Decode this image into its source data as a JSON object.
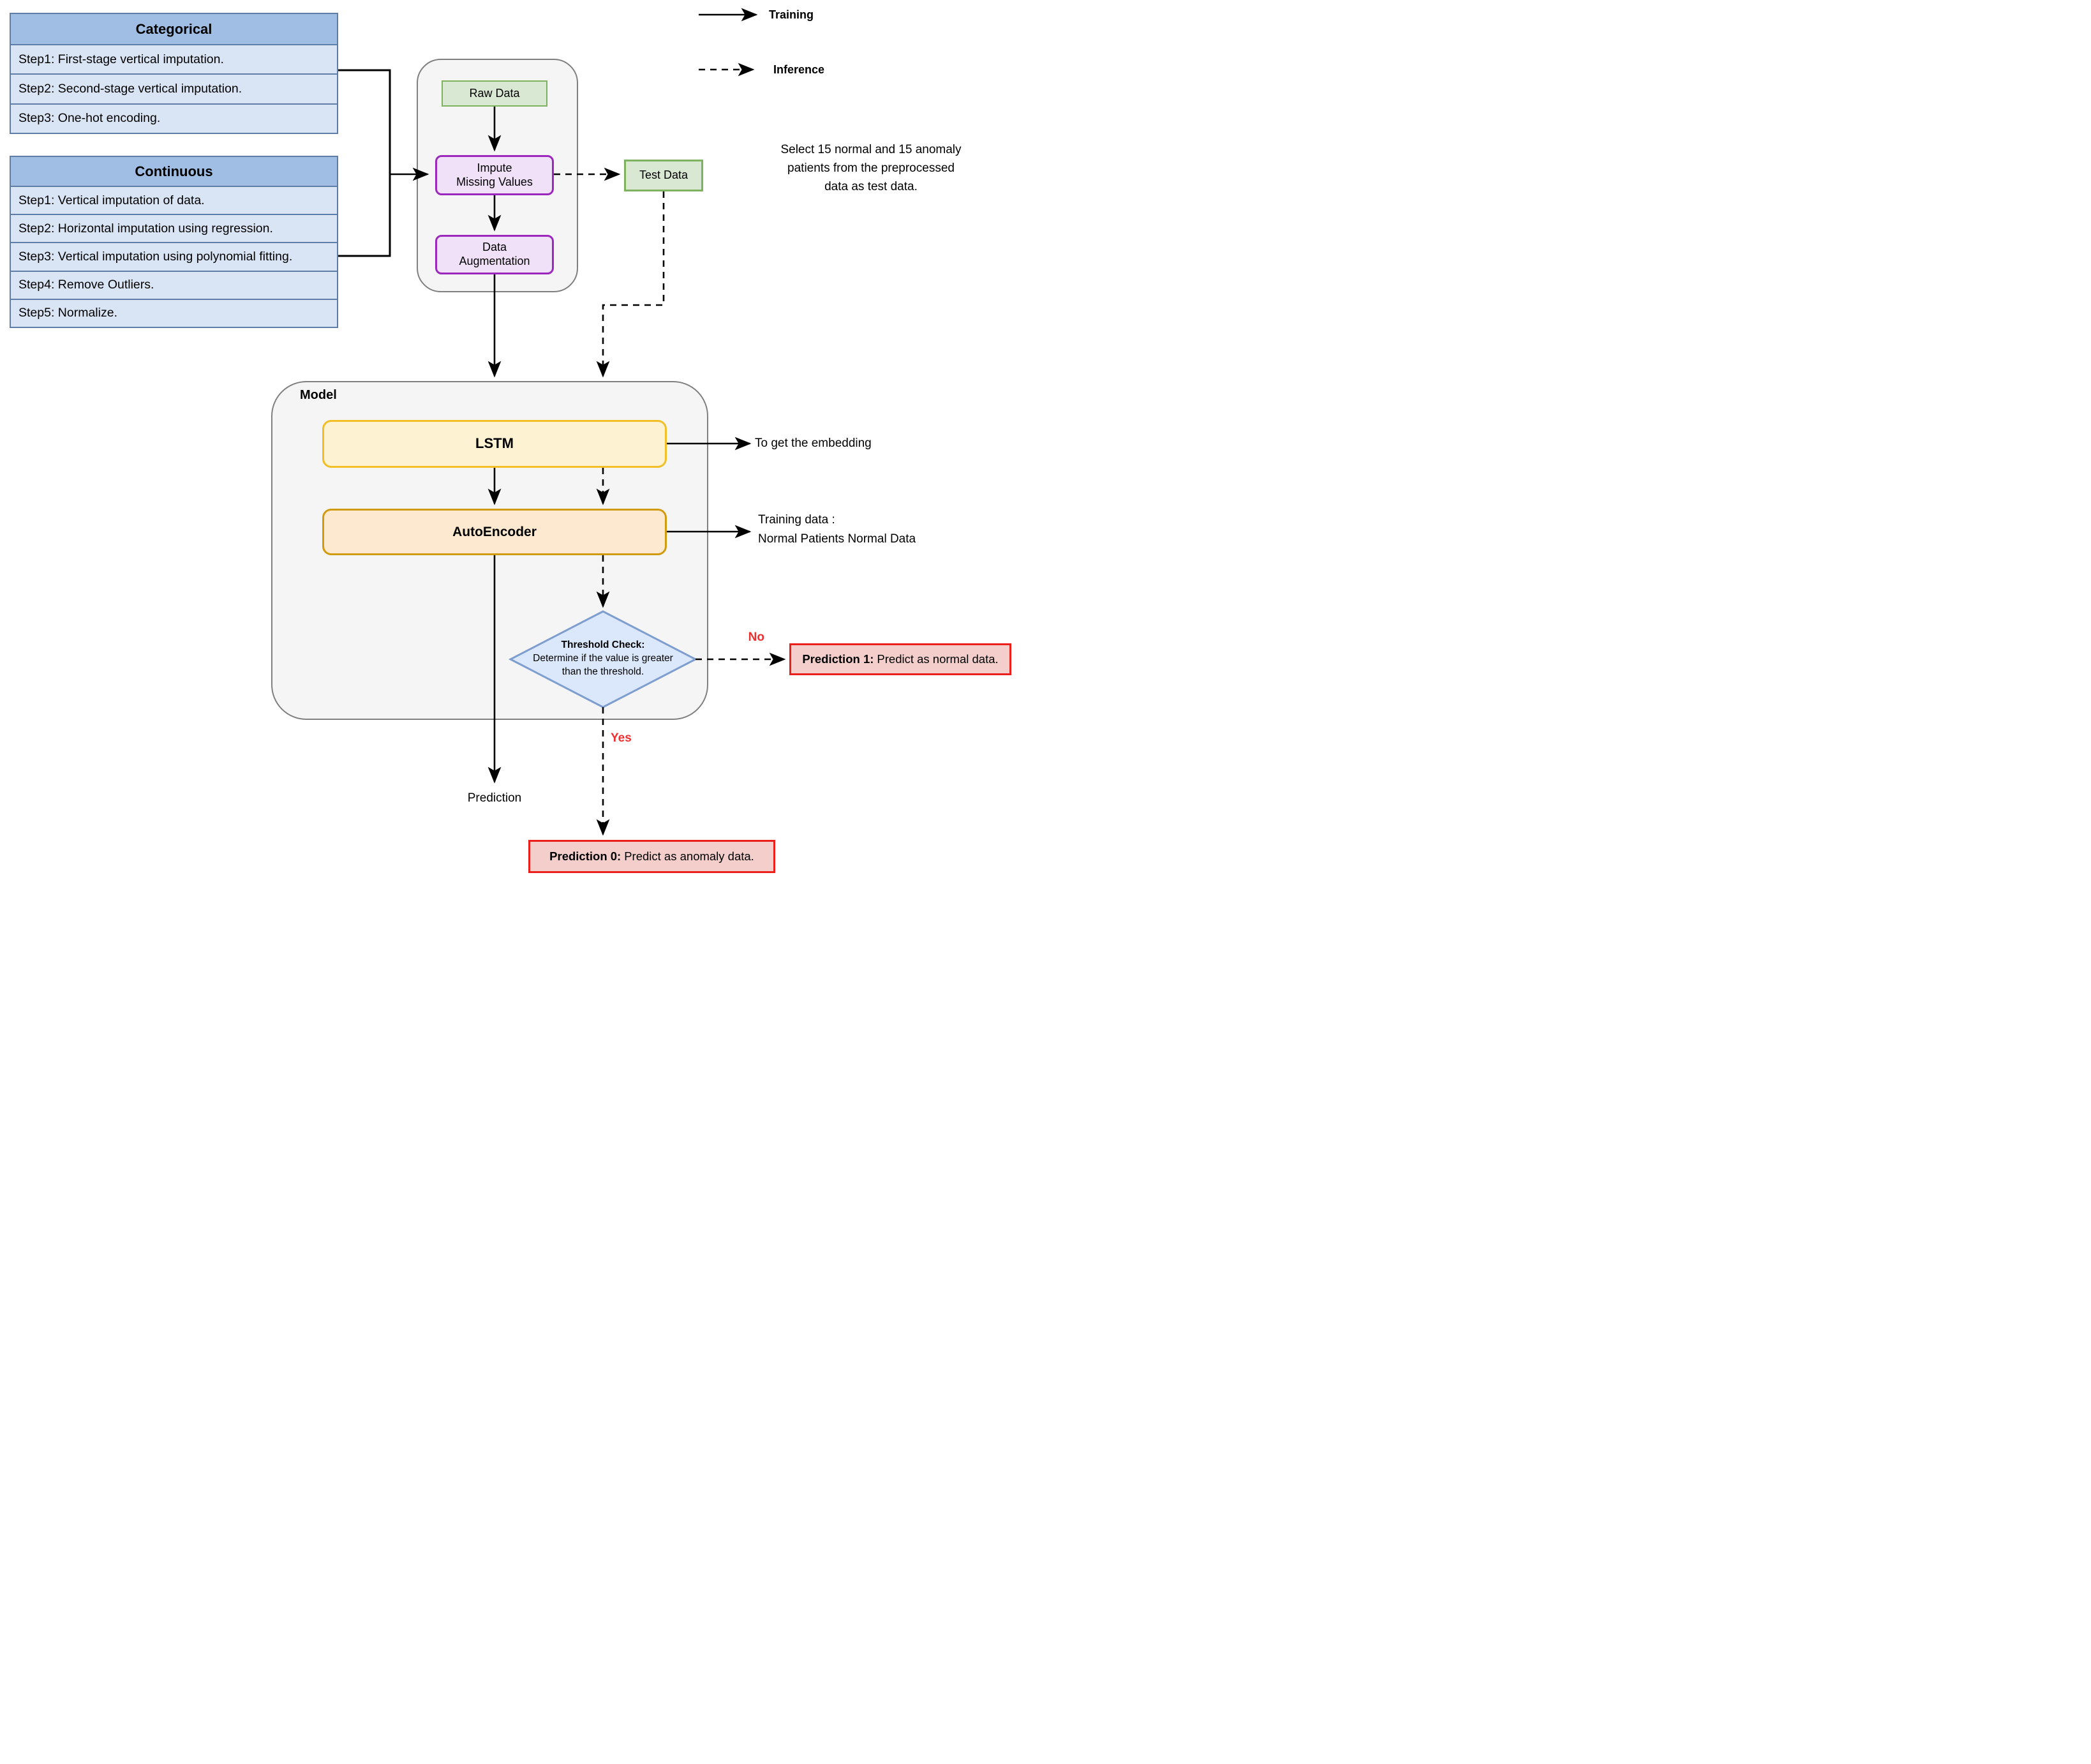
{
  "legend": {
    "training": "Training",
    "inference": "Inference"
  },
  "tables": {
    "categorical": {
      "title": "Categorical",
      "rows": [
        "Step1: First-stage vertical imputation.",
        "Step2: Second-stage vertical imputation.",
        "Step3: One-hot encoding."
      ]
    },
    "continuous": {
      "title": "Continuous",
      "rows": [
        "Step1: Vertical imputation of data.",
        "Step2: Horizontal imputation using regression.",
        "Step3: Vertical imputation using polynomial fitting.",
        "Step4: Remove Outliers.",
        "Step5: Normalize."
      ]
    }
  },
  "preprocess": {
    "raw_data": "Raw Data",
    "impute_line1": "Impute",
    "impute_line2": "Missing Values",
    "augment_line1": "Data",
    "augment_line2": "Augmentation"
  },
  "test_data": {
    "label": "Test Data",
    "note_lines": [
      "Select 15 normal and 15 anomaly",
      "patients from the preprocessed",
      "data as test data."
    ]
  },
  "model": {
    "title": "Model",
    "lstm": "LSTM",
    "autoencoder": "AutoEncoder",
    "threshold_title": "Threshold Check:",
    "threshold_line1": "Determine if the value is greater",
    "threshold_line2": "than the threshold."
  },
  "annotations": {
    "embedding": "To get the embedding",
    "training_data_line1": "Training data :",
    "training_data_line2": "Normal Patients Normal Data",
    "prediction": "Prediction",
    "no": "No",
    "yes": "Yes"
  },
  "predictions": {
    "p1_label": "Prediction 1:",
    "p1_text": "Predict as normal data.",
    "p0_label": "Prediction 0:",
    "p0_text": "Predict as anomaly data."
  },
  "colors": {
    "table_header": "#a0bde4",
    "table_row": "#d9e5f5",
    "table_border": "#5e7da7",
    "green_fill": "#d9e8d3",
    "green_border": "#7fb25f",
    "purple_fill": "#f0e0f8",
    "purple_border": "#9b27bd",
    "yellow_fill": "#fdf2d2",
    "yellow_border": "#f2bf27",
    "orange_fill": "#fde8d0",
    "orange_border": "#d19b10",
    "diamond_fill": "#dbe8fb",
    "diamond_border": "#7e9ecf",
    "red_fill": "#f3cecb",
    "red_border": "#eb1f1b",
    "red_text": "#ed3131",
    "container_fill": "#f5f5f5",
    "container_border": "#7f7f7f"
  }
}
